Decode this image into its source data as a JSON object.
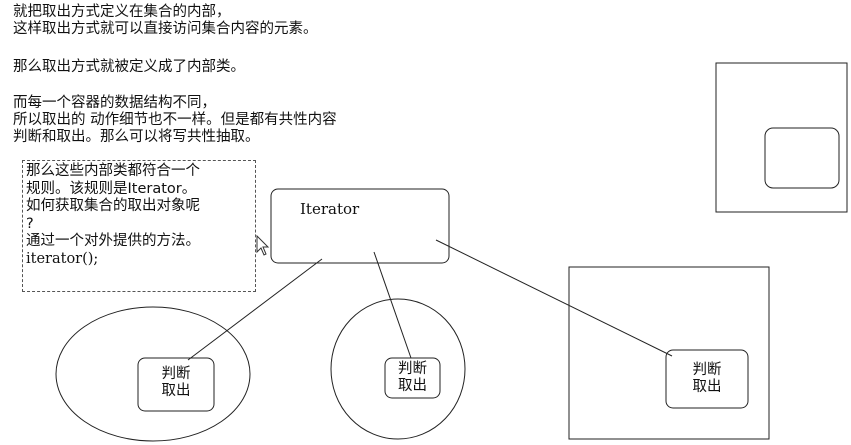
{
  "text": {
    "p1": [
      "就把取出方式定义在集合的内部，",
      "这样取出方式就可以直接访问集合内容的元素。"
    ],
    "p2": [
      "那么取出方式就被定义成了内部类。"
    ],
    "p3": [
      "而每一个容器的数据结构不同，",
      "所以取出的 动作细节也不一样。但是都有共性内容",
      "判断和取出。那么可以将写共性抽取。"
    ]
  },
  "note": {
    "lines": [
      "那么这些内部类都符合一个",
      "规则。该规则是Iterator。",
      "如何获取集合的取出对象呢",
      "?",
      "通过一个对外提供的方法。",
      "iterator();"
    ]
  },
  "iterator_box": {
    "label": "Iterator"
  },
  "inner_boxes": [
    {
      "line1": "判断",
      "line2": "取出"
    },
    {
      "line1": "判断",
      "line2": "取出"
    },
    {
      "line1": "判断",
      "line2": "取出"
    }
  ]
}
